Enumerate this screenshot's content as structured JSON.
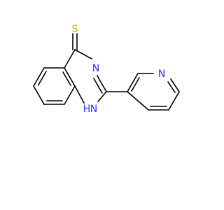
{
  "molecule": {
    "atoms": {
      "S": {
        "text": "S",
        "color": "#c8b400"
      },
      "N3": {
        "text": "N",
        "color": "#2a33ff"
      },
      "N1H": {
        "text": "H",
        "text_n": "N",
        "color": "#2a33ff"
      },
      "Npy": {
        "text": "N",
        "color": "#2a33ff"
      }
    }
  }
}
